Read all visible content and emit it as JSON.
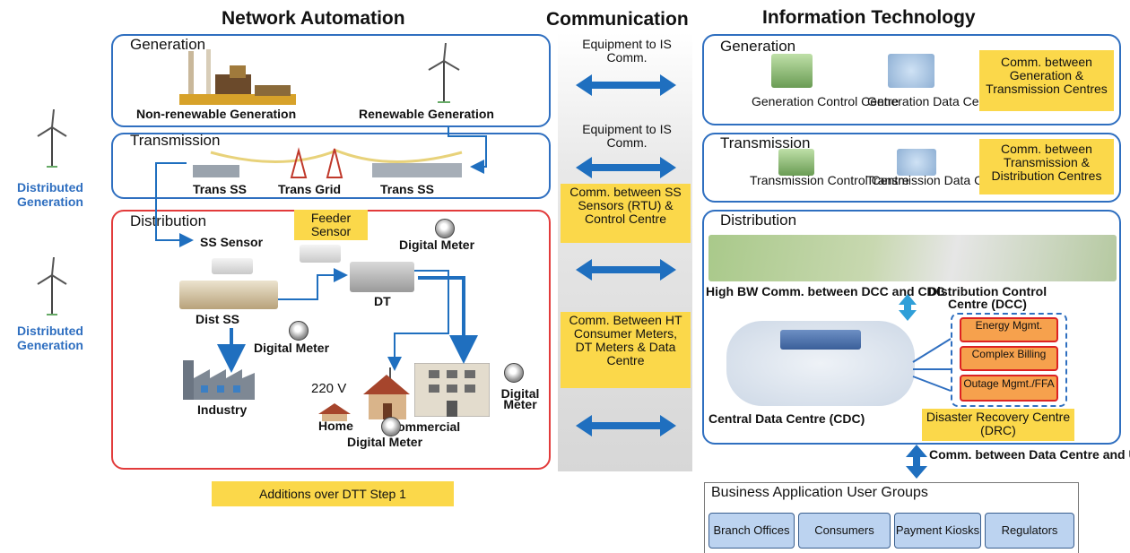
{
  "headers": {
    "network_automation": "Network Automation",
    "communication": "Communication",
    "information_technology": "Information Technology"
  },
  "distributed_generation": "Distributed Generation",
  "network": {
    "generation": {
      "title": "Generation",
      "non_renewable": "Non-renewable Generation",
      "renewable": "Renewable Generation"
    },
    "transmission": {
      "title": "Transmission",
      "trans_ss_left": "Trans SS",
      "trans_grid": "Trans Grid",
      "trans_ss_right": "Trans SS"
    },
    "distribution": {
      "title": "Distribution",
      "feeder_sensor": "Feeder Sensor",
      "ss_sensor": "SS Sensor",
      "digital_meter_top": "Digital Meter",
      "dt": "DT",
      "dist_ss": "Dist SS",
      "digital_meter_mid": "Digital Meter",
      "industry": "Industry",
      "voltage": "220 V",
      "home": "Home",
      "commercial": "Commercial",
      "digital_meter_right": "Digital Meter",
      "digital_meter_bottom": "Digital Meter"
    },
    "additions_note": "Additions over DTT Step 1"
  },
  "communication": {
    "equipment_1": "Equipment to IS Comm.",
    "equipment_2": "Equipment to IS Comm.",
    "ss_sensors": "Comm. between SS Sensors (RTU) & Control Centre",
    "ht_consumer": "Comm. Between HT Consumer Meters, DT Meters & Data Centre"
  },
  "it": {
    "generation": {
      "title": "Generation",
      "control_centre": "Generation Control Centre",
      "data_centre": "Generation Data Centre",
      "note": "Comm. between Generation & Transmission Centres"
    },
    "transmission": {
      "title": "Transmission",
      "control_centre": "Transmission Control Centre",
      "data_centre": "Transmission Data Centre",
      "note": "Comm. between Transmission & Distribution Centres"
    },
    "distribution": {
      "title": "Distribution",
      "high_bw": "High BW Comm. between DCC and CDC",
      "dcc": "Distribution Control Centre (DCC)",
      "cdc": "Central Data Centre (CDC)",
      "drc": "Disaster Recovery Centre (DRC)",
      "modules": [
        "Energy Mgmt.",
        "Complex Billing",
        "Outage Mgmt./FFA"
      ]
    },
    "users_comm": "Comm. between Data Centre and Users",
    "business": {
      "title": "Business Application User Groups",
      "groups": [
        "Branch Offices",
        "Consumers",
        "Payment Kiosks",
        "Regulators"
      ]
    }
  },
  "colors": {
    "arrow_blue": "#1f6fbf",
    "panel_blue": "#2f6fc0",
    "panel_red": "#e23b3b",
    "note_yellow": "#fbd84a"
  }
}
